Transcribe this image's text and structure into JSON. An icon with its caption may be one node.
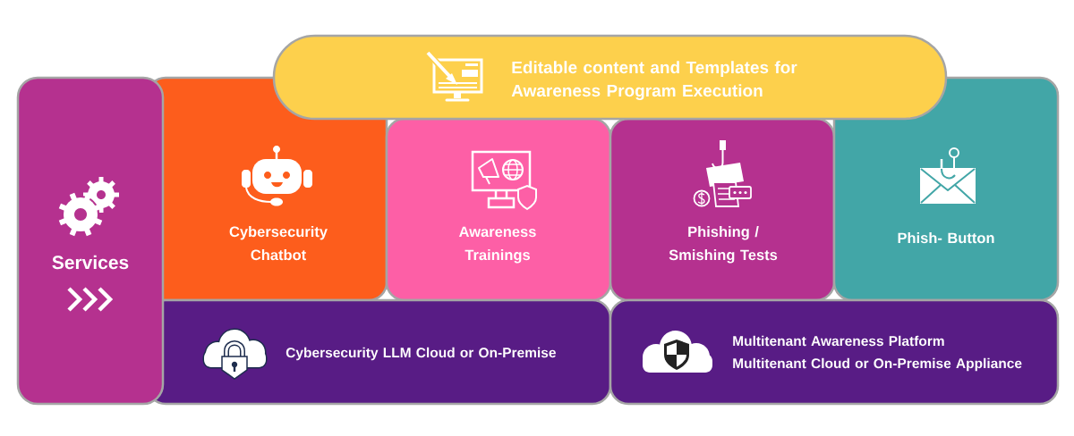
{
  "diagram": {
    "nodes": [
      {
        "text": [
          "Editable content and Templates for Awareness Program Execution"
        ]
      },
      {
        "text": [
          "Services"
        ]
      },
      {
        "text": [
          "Cybersecurity Chatbot"
        ]
      },
      {
        "text": [
          "Awareness Trainings"
        ]
      },
      {
        "text": [
          "Phishing / Smishing Tests"
        ]
      },
      {
        "text": [
          "Phish- Button"
        ]
      },
      {
        "text": [
          "Cybersecurity LLM Cloud or On-Premise"
        ]
      },
      {
        "text": [
          "Multitenant Awareness Platform",
          "Multitenant Cloud or On-Premise Appliance"
        ]
      }
    ]
  }
}
